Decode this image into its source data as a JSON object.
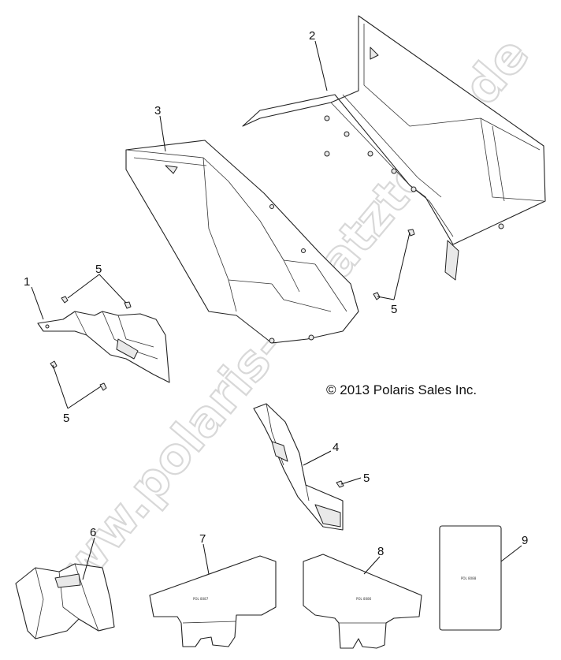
{
  "diagram": {
    "watermark": "www.polaris-ersatzteile.de",
    "copyright": "© 2013 Polaris Sales Inc.",
    "callouts": {
      "c1": "1",
      "c2": "2",
      "c3": "3",
      "c4": "4",
      "c5a": "5",
      "c5b": "5",
      "c5c": "5",
      "c5d": "5",
      "c6": "6",
      "c7": "7",
      "c8": "8",
      "c9": "9"
    },
    "decal_text": {
      "d7": "POL 8087",
      "d8": "POL 8086",
      "d9": "POL 8088"
    }
  }
}
